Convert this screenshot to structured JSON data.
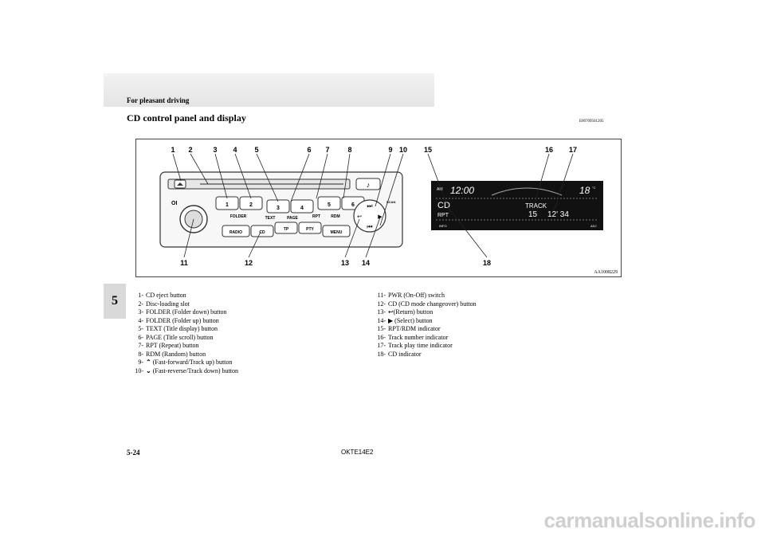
{
  "header": {
    "section": "For pleasant driving",
    "title": "CD control panel and display",
    "ref_code": "E00709501205"
  },
  "side_tab": "5",
  "figure": {
    "id": "AA1008229",
    "callouts": [
      "1",
      "2",
      "3",
      "4",
      "5",
      "6",
      "7",
      "8",
      "9",
      "10",
      "11",
      "12",
      "13",
      "14",
      "15",
      "16",
      "17",
      "18"
    ],
    "buttons": {
      "b1": "1",
      "b2": "2",
      "b3": "3",
      "b4": "4",
      "b5": "5",
      "b6": "6",
      "folder": "FOLDER",
      "text": "TEXT",
      "page": "PAGE",
      "rpt": "RPT",
      "rdm": "RDM",
      "radio": "RADIO",
      "cd": "CD",
      "tp": "TP",
      "pty": "PTY",
      "menu": "MENU",
      "pwr": "OI",
      "scan": "SCAN"
    },
    "display": {
      "am": "AM",
      "clock": "12:00",
      "temp": "18",
      "unit": "°C",
      "cd": "CD",
      "rpt": "RPT",
      "track_label": "TRACK",
      "track_num": "15",
      "track_time": "12' 34",
      "info": "INFO",
      "adj": "ADJ"
    }
  },
  "list_left": [
    {
      "n": "1-",
      "t": "CD eject button"
    },
    {
      "n": "2-",
      "t": "Disc-loading slot"
    },
    {
      "n": "3-",
      "t": "FOLDER (Folder down) button"
    },
    {
      "n": "4-",
      "t": "FOLDER (Folder up) button"
    },
    {
      "n": "5-",
      "t": "TEXT (Title display) button"
    },
    {
      "n": "6-",
      "t": "PAGE (Title scroll) button"
    },
    {
      "n": "7-",
      "t": "RPT (Repeat) button"
    },
    {
      "n": "8-",
      "t": "RDM (Random) button"
    },
    {
      "n": "9-",
      "icon": "up-caret-icon",
      "t": "(Fast-forward/Track up) button"
    },
    {
      "n": "10-",
      "icon": "down-caret-icon",
      "t": "(Fast-reverse/Track down) button"
    }
  ],
  "list_right": [
    {
      "n": "11-",
      "t": "PWR (On-Off) switch"
    },
    {
      "n": "12-",
      "t": "CD (CD mode changeover) button"
    },
    {
      "n": "13-",
      "icon": "return-arrow-icon",
      "t": "(Return) button"
    },
    {
      "n": "14-",
      "icon": "play-triangle-icon",
      "t": "(Select) button"
    },
    {
      "n": "15-",
      "t": "RPT/RDM indicator"
    },
    {
      "n": "16-",
      "t": "Track number indicator"
    },
    {
      "n": "17-",
      "t": "Track play time indicator"
    },
    {
      "n": "18-",
      "t": "CD indicator"
    }
  ],
  "footer": {
    "page": "5-24",
    "code": "OKTE14E2"
  },
  "watermark": "carmanualsonline.info"
}
